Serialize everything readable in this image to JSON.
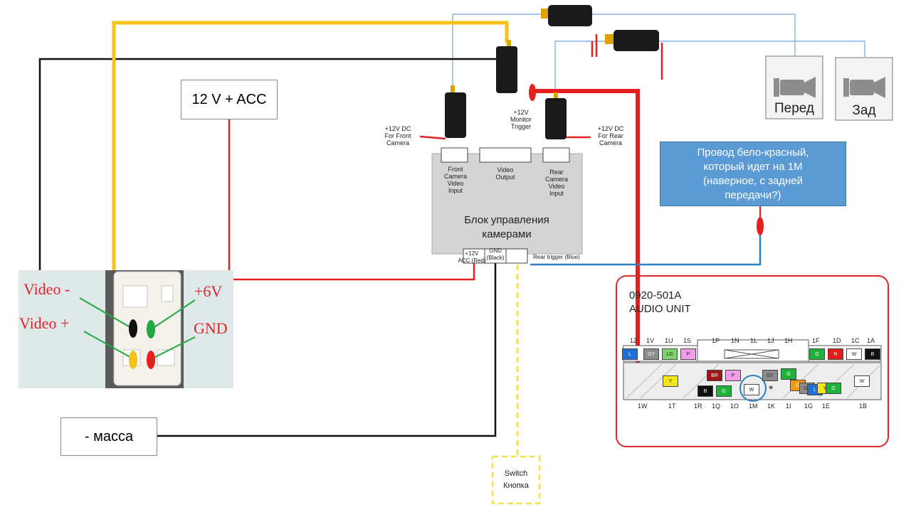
{
  "labels": {
    "power": "12 V + ACC",
    "ground": "- масса",
    "front_cam_power": "+12V DC\nFor Front\nCamera",
    "monitor_trigger": "+12V\nMonitor\nTrigger",
    "rear_cam_power": "+12V DC\nFor Rear\nCamera",
    "front_input": "Front\nCamera\nVideo\nInput",
    "video_output": "Video\nOutput",
    "rear_input": "Rear\nCamera\nVideo\nInput",
    "control_unit": "Блок управления\nкамерами",
    "acc_red": "+12V\nACC (Red)",
    "gnd_black": "GND\n(Black)",
    "rear_trigger": "Rear trigger (Blue)",
    "switch": "Switch\nКнопка",
    "note": "Провод бело-красный,\nкоторый идет на 1M\n(наверное, с задней\nпередачи?)",
    "front_camera": "Перед",
    "rear_camera": "Зад",
    "audio_unit": "0920-501A\nAUDIO UNIT",
    "video_minus": "Video -",
    "video_plus": "Video +",
    "plus6v": "+6V",
    "gnd": "GND"
  },
  "audio": {
    "top_labels": [
      "1Z",
      "1V",
      "1U",
      "1S",
      "1P",
      "1N",
      "1L",
      "1J",
      "1H",
      "1F",
      "1D",
      "1C",
      "1A"
    ],
    "bottom_labels": [
      "1W",
      "1T",
      "1R",
      "1Q",
      "1O",
      "1M",
      "1K",
      "1I",
      "1G",
      "1E",
      "1B"
    ],
    "top_pins": [
      "L",
      "GY",
      "LG",
      "P",
      "G",
      "R",
      "W",
      "B"
    ],
    "bottom_pins": [
      "Y",
      "BR",
      "P",
      "GY",
      "G",
      "W",
      "B",
      "G",
      "O",
      "GY",
      "L",
      "Y",
      "G",
      "W"
    ]
  },
  "colors": {
    "yellow_wire": "#f5c21a",
    "red_wire": "#e62020",
    "blue_wire": "#2f7fc1",
    "note_box": "#5b9bd5",
    "audio_border": "#d9272e"
  }
}
